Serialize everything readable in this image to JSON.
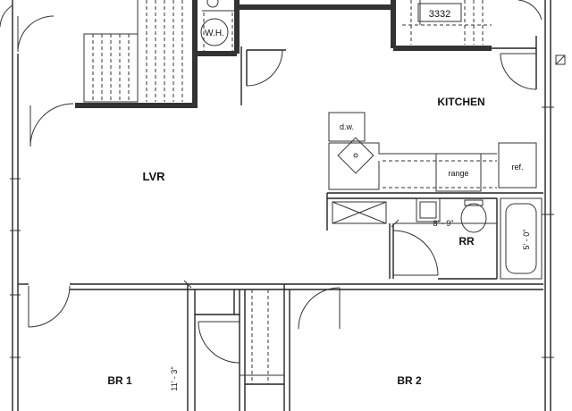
{
  "rooms": {
    "living": "LVR",
    "kitchen": "KITCHEN",
    "bath": "RR",
    "bedroom_1": "BR 1",
    "bedroom_2": "BR 2"
  },
  "fixtures": {
    "water_heater": "W.H.",
    "dishwasher": "d.w.",
    "range": "range",
    "refrigerator": "ref."
  },
  "unit_number": "3332",
  "dimensions": {
    "bath_width": "8' - 9\"",
    "bath_depth": "5' - 0\"",
    "bedroom_1_depth": "11' - 3\""
  }
}
